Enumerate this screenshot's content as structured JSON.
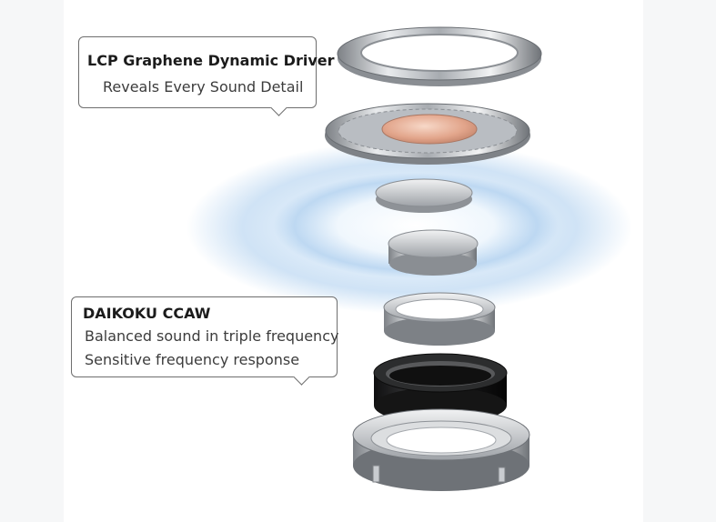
{
  "callouts": {
    "driver": {
      "title": "LCP Graphene Dynamic Driver",
      "subtitle": "Reveals Every Sound Detail"
    },
    "coil": {
      "title": "DAIKOKU CCAW",
      "lines": [
        "Balanced sound in triple frequency",
        "Sensitive frequency response"
      ]
    }
  },
  "colors": {
    "glow": "#b9d6f2",
    "metal": "#b8bcc0",
    "diaphragm": "#e0a58c",
    "dark_ring": "#1e1e1e"
  }
}
